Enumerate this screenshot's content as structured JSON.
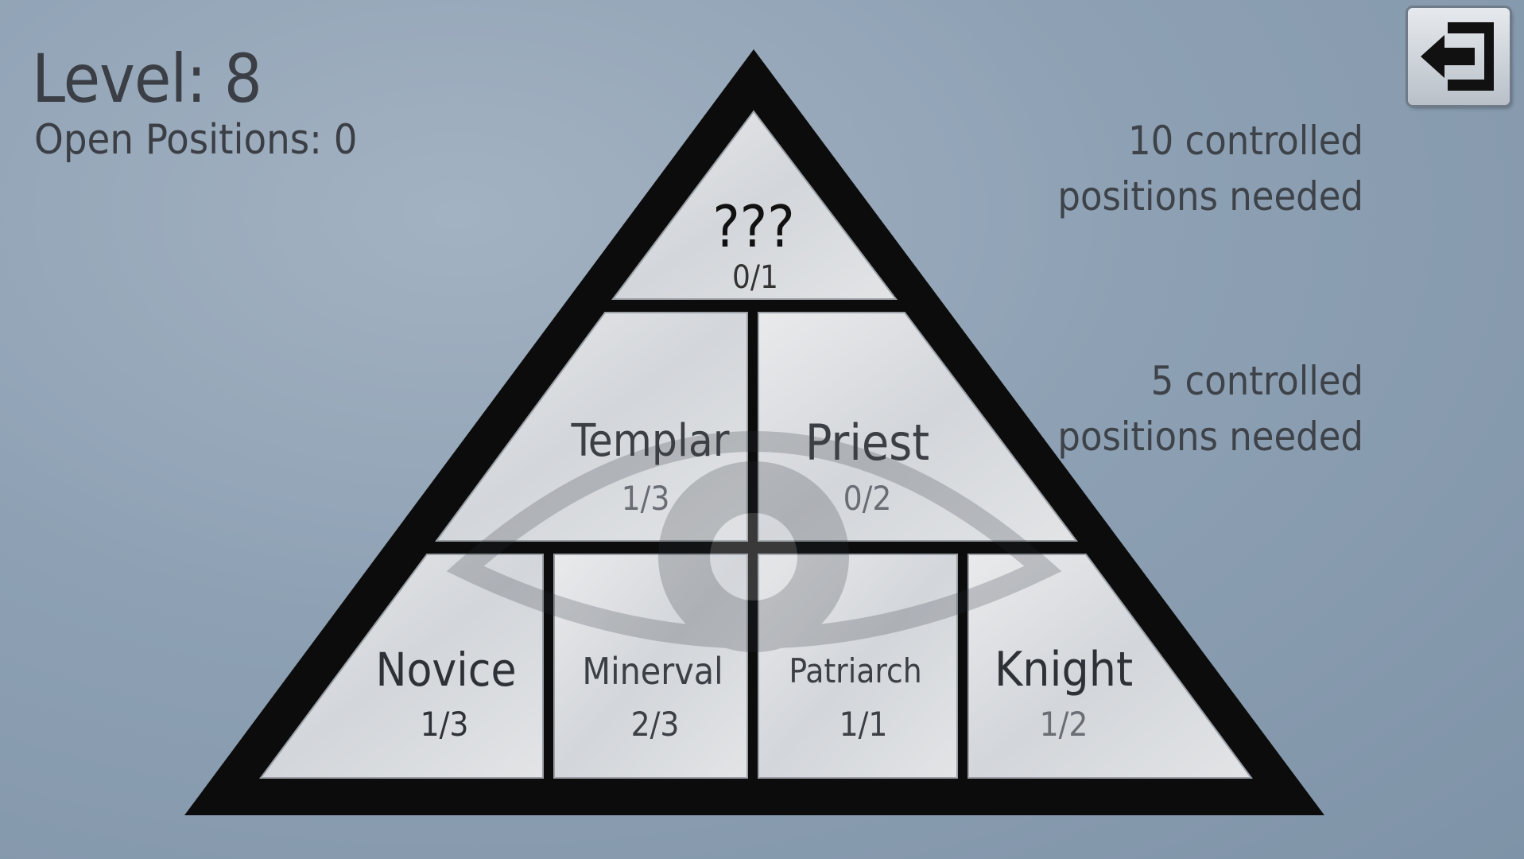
{
  "hud": {
    "level_text": "Level: 8",
    "open_positions_text": "Open Positions: 0"
  },
  "requirements": {
    "top_line1": "10 controlled",
    "top_line2": "positions needed",
    "middle_line1": "5 controlled",
    "middle_line2": "positions needed"
  },
  "pyramid": {
    "apex": {
      "name": "???",
      "count": "0/1"
    },
    "tier2": [
      {
        "name": "Templar",
        "count": "1/3"
      },
      {
        "name": "Priest",
        "count": "0/2"
      }
    ],
    "tier3": [
      {
        "name": "Novice",
        "count": "1/3"
      },
      {
        "name": "Minerval",
        "count": "2/3"
      },
      {
        "name": "Patriarch",
        "count": "1/1"
      },
      {
        "name": "Knight",
        "count": "1/2"
      }
    ]
  },
  "icons": {
    "exit": "exit-door-icon",
    "emblem": "eye-icon"
  },
  "colors": {
    "background": "#8ea1b4",
    "pyramid_frame": "#0c0c0c",
    "cell_fill": "#d8dadd",
    "text_dark": "#3b3f45"
  }
}
